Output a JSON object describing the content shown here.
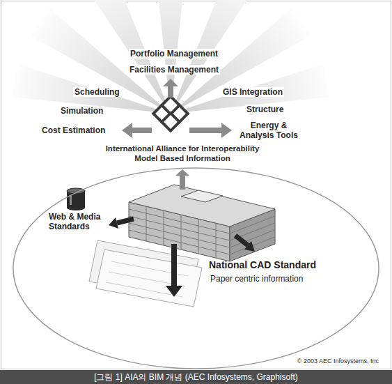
{
  "diagram": {
    "caption": "[그림 1] AIA의 BIM 개념 (AEC Infosystems, Graphisoft)",
    "nodes": [
      {
        "text": [
          "Web & Media Standards",
          "National CAD Standard",
          "Paper centric information"
        ]
      }
    ],
    "labels": [
      "Portfolio Management",
      "Facilities Management",
      "Scheduling",
      "GIS Integration",
      "Simulation",
      "Structure",
      "Cost Estimation",
      "Energy & Analysis Tools",
      "International Alliance for Interoperability",
      "Model Based Information",
      "© 2003 AEC Infosystems, Inc"
    ]
  }
}
